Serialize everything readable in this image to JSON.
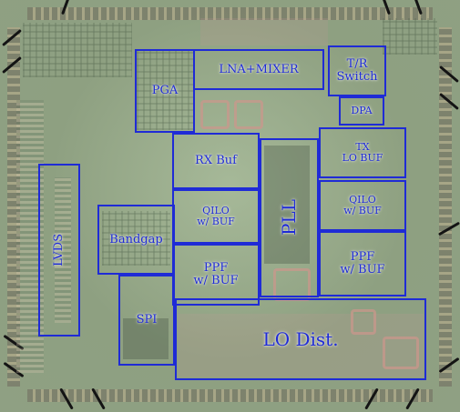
{
  "blocks": {
    "pga": "PGA",
    "lna_mixer": "LNA+MIXER",
    "tr_switch": "T/R\nSwitch",
    "dpa": "DPA",
    "rx_buf": "RX Buf",
    "tx_lo_buf": "TX\nLO BUF",
    "qilo_left": "QILO\nw/ BUF",
    "qilo_right": "QILO\nw/ BUF",
    "pll": "PLL",
    "lvds": "LVDS",
    "bandgap": "Bandgap",
    "ppf_left": "PPF\nw/ BUF",
    "ppf_right": "PPF\nw/ BUF",
    "spi": "SPI",
    "lo_dist": "LO Dist."
  },
  "colors": {
    "outline": "#1f2bd6",
    "die": "#8fa083"
  }
}
